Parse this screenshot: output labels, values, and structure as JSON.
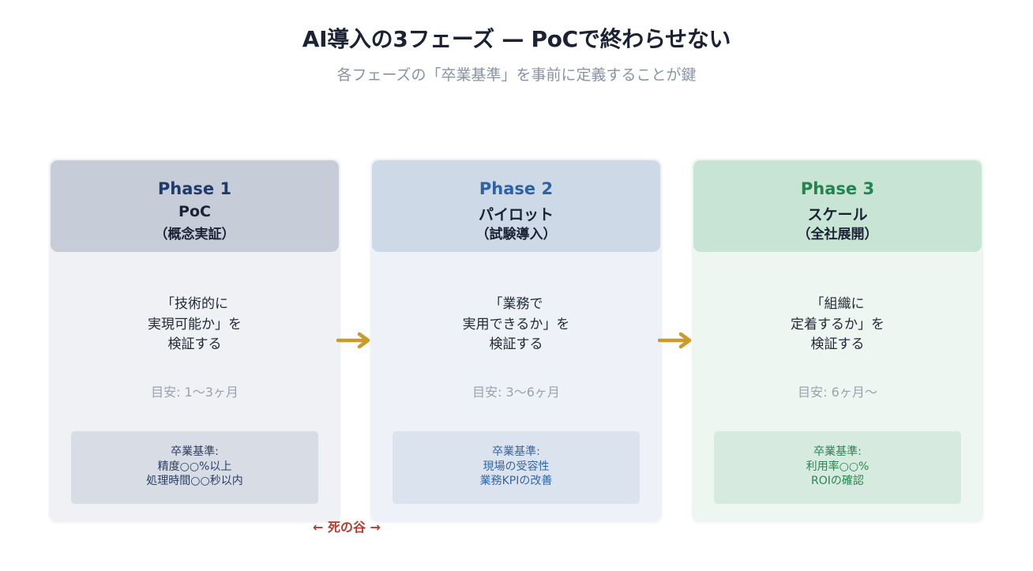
{
  "header": {
    "title": "AI導入の3フェーズ — PoCで終わらせない",
    "subtitle": "各フェーズの「卒業基準」を事前に定義することが鍵"
  },
  "colors": {
    "arrow": "#cc9a2b",
    "valley_text": "#b83b2e",
    "phase1_accent": "#1f3b6b",
    "phase2_accent": "#2f62a3",
    "phase3_accent": "#238451"
  },
  "phases": [
    {
      "phase_label": "Phase 1",
      "name": "PoC",
      "sub": "（概念実証）",
      "description": [
        "「技術的に",
        "実現可能か」を",
        "検証する"
      ],
      "term": "目安: 1〜3ヶ月",
      "criteria": [
        "卒業基準:",
        "精度○○%以上",
        "処理時間○○秒以内"
      ]
    },
    {
      "phase_label": "Phase 2",
      "name": "パイロット",
      "sub": "（試験導入）",
      "description": [
        "「業務で",
        "実用できるか」を",
        "検証する"
      ],
      "term": "目安: 3〜6ヶ月",
      "criteria": [
        "卒業基準:",
        "現場の受容性",
        "業務KPIの改善"
      ]
    },
    {
      "phase_label": "Phase 3",
      "name": "スケール",
      "sub": "（全社展開）",
      "description": [
        "「組織に",
        "定着するか」を",
        "検証する"
      ],
      "term": "目安: 6ヶ月〜",
      "criteria": [
        "卒業基準:",
        "利用率○○%",
        "ROIの確認"
      ]
    }
  ],
  "connectors": [
    {
      "icon": "arrow-right-icon"
    },
    {
      "icon": "arrow-right-icon"
    }
  ],
  "valley_label": "← 死の谷 →"
}
